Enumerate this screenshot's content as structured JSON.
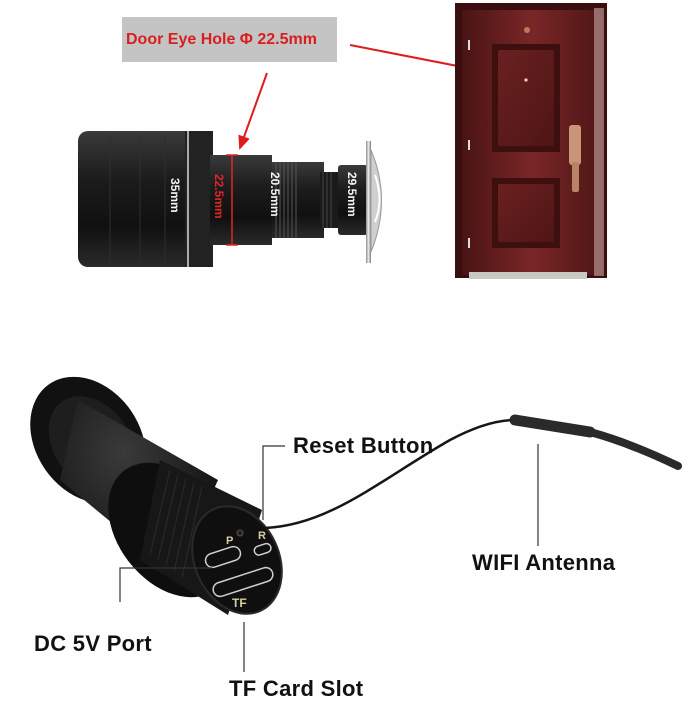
{
  "top_section": {
    "hole_label": "Door Eye Hole Φ 22.5mm",
    "dimensions": {
      "outer_diameter": "35mm",
      "hole_diameter": "22.5mm",
      "barrel_diameter": "20.5mm",
      "lens_diameter": "29.5mm"
    },
    "door_image": "door-with-peephole-image"
  },
  "bottom_section": {
    "callouts": {
      "reset_button": "Reset Button",
      "wifi_antenna": "WIFI Antenna",
      "dc_port": "DC 5V Port",
      "tf_slot": "TF Card Slot"
    },
    "device_markings": {
      "power_mark": "P",
      "reset_mark": "R",
      "tf_mark": "TF"
    }
  },
  "colors": {
    "accent_red": "#d81e1e",
    "label_bg": "#c4c4c4",
    "door_wood": "#6a1e1e",
    "device_black": "#141414"
  }
}
